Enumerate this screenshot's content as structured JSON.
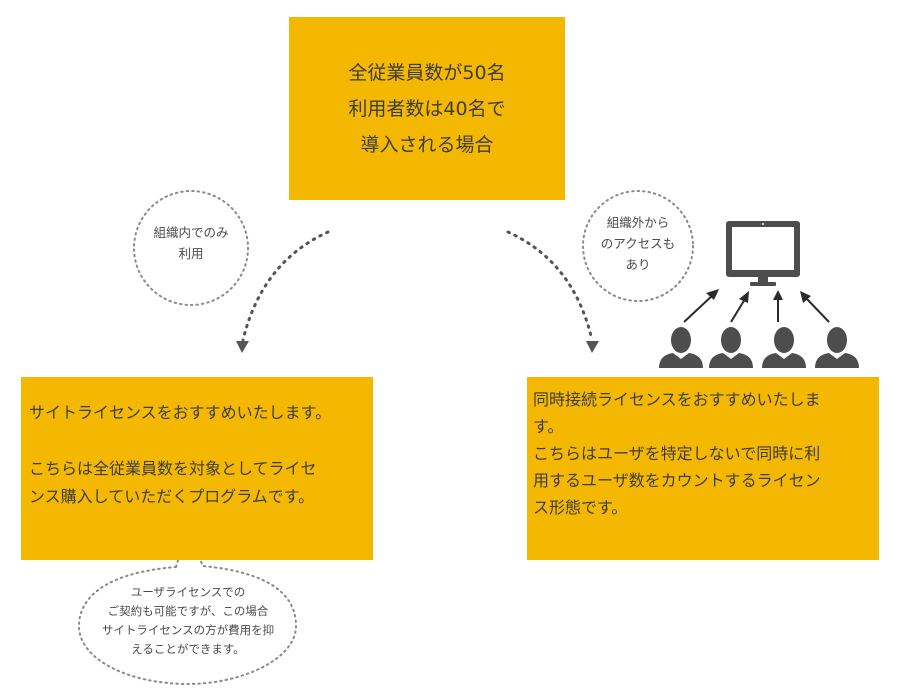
{
  "top_box": {
    "lines": [
      "全従業員数が50名",
      "利用者数は40名で",
      "導入される場合"
    ]
  },
  "left_bubble": {
    "lines": [
      "組織内でのみ",
      "利用"
    ]
  },
  "right_bubble": {
    "lines": [
      "組織外から",
      "のアクセスも",
      "あり"
    ]
  },
  "left_box": {
    "line1": "サイトライセンスをおすすめいたします。",
    "line2": "こちらは全従業員数を対象としてライセ",
    "line3": "ンス購入していただくプログラムです。"
  },
  "right_box": {
    "line1": "同時接続ライセンスをおすすめいたしま",
    "line2": "す。",
    "line3": "こちらはユーザを特定しないで同時に利",
    "line4": "用するユーザ数をカウントするライセン",
    "line5": "ス形態です。"
  },
  "bottom_bubble": {
    "lines": [
      "ユーザライセンスでの",
      "ご契約も可能ですが、この場合",
      "サイトライセンスの方が費用を抑",
      "えることができます。"
    ]
  },
  "icons": {
    "monitor": "monitor-icon",
    "users": [
      "user-icon",
      "user-icon",
      "user-icon",
      "user-icon"
    ]
  },
  "colors": {
    "box_fill": "#f5b800",
    "icon": "#4d4d4d",
    "dotted": "#8a8a8a"
  }
}
